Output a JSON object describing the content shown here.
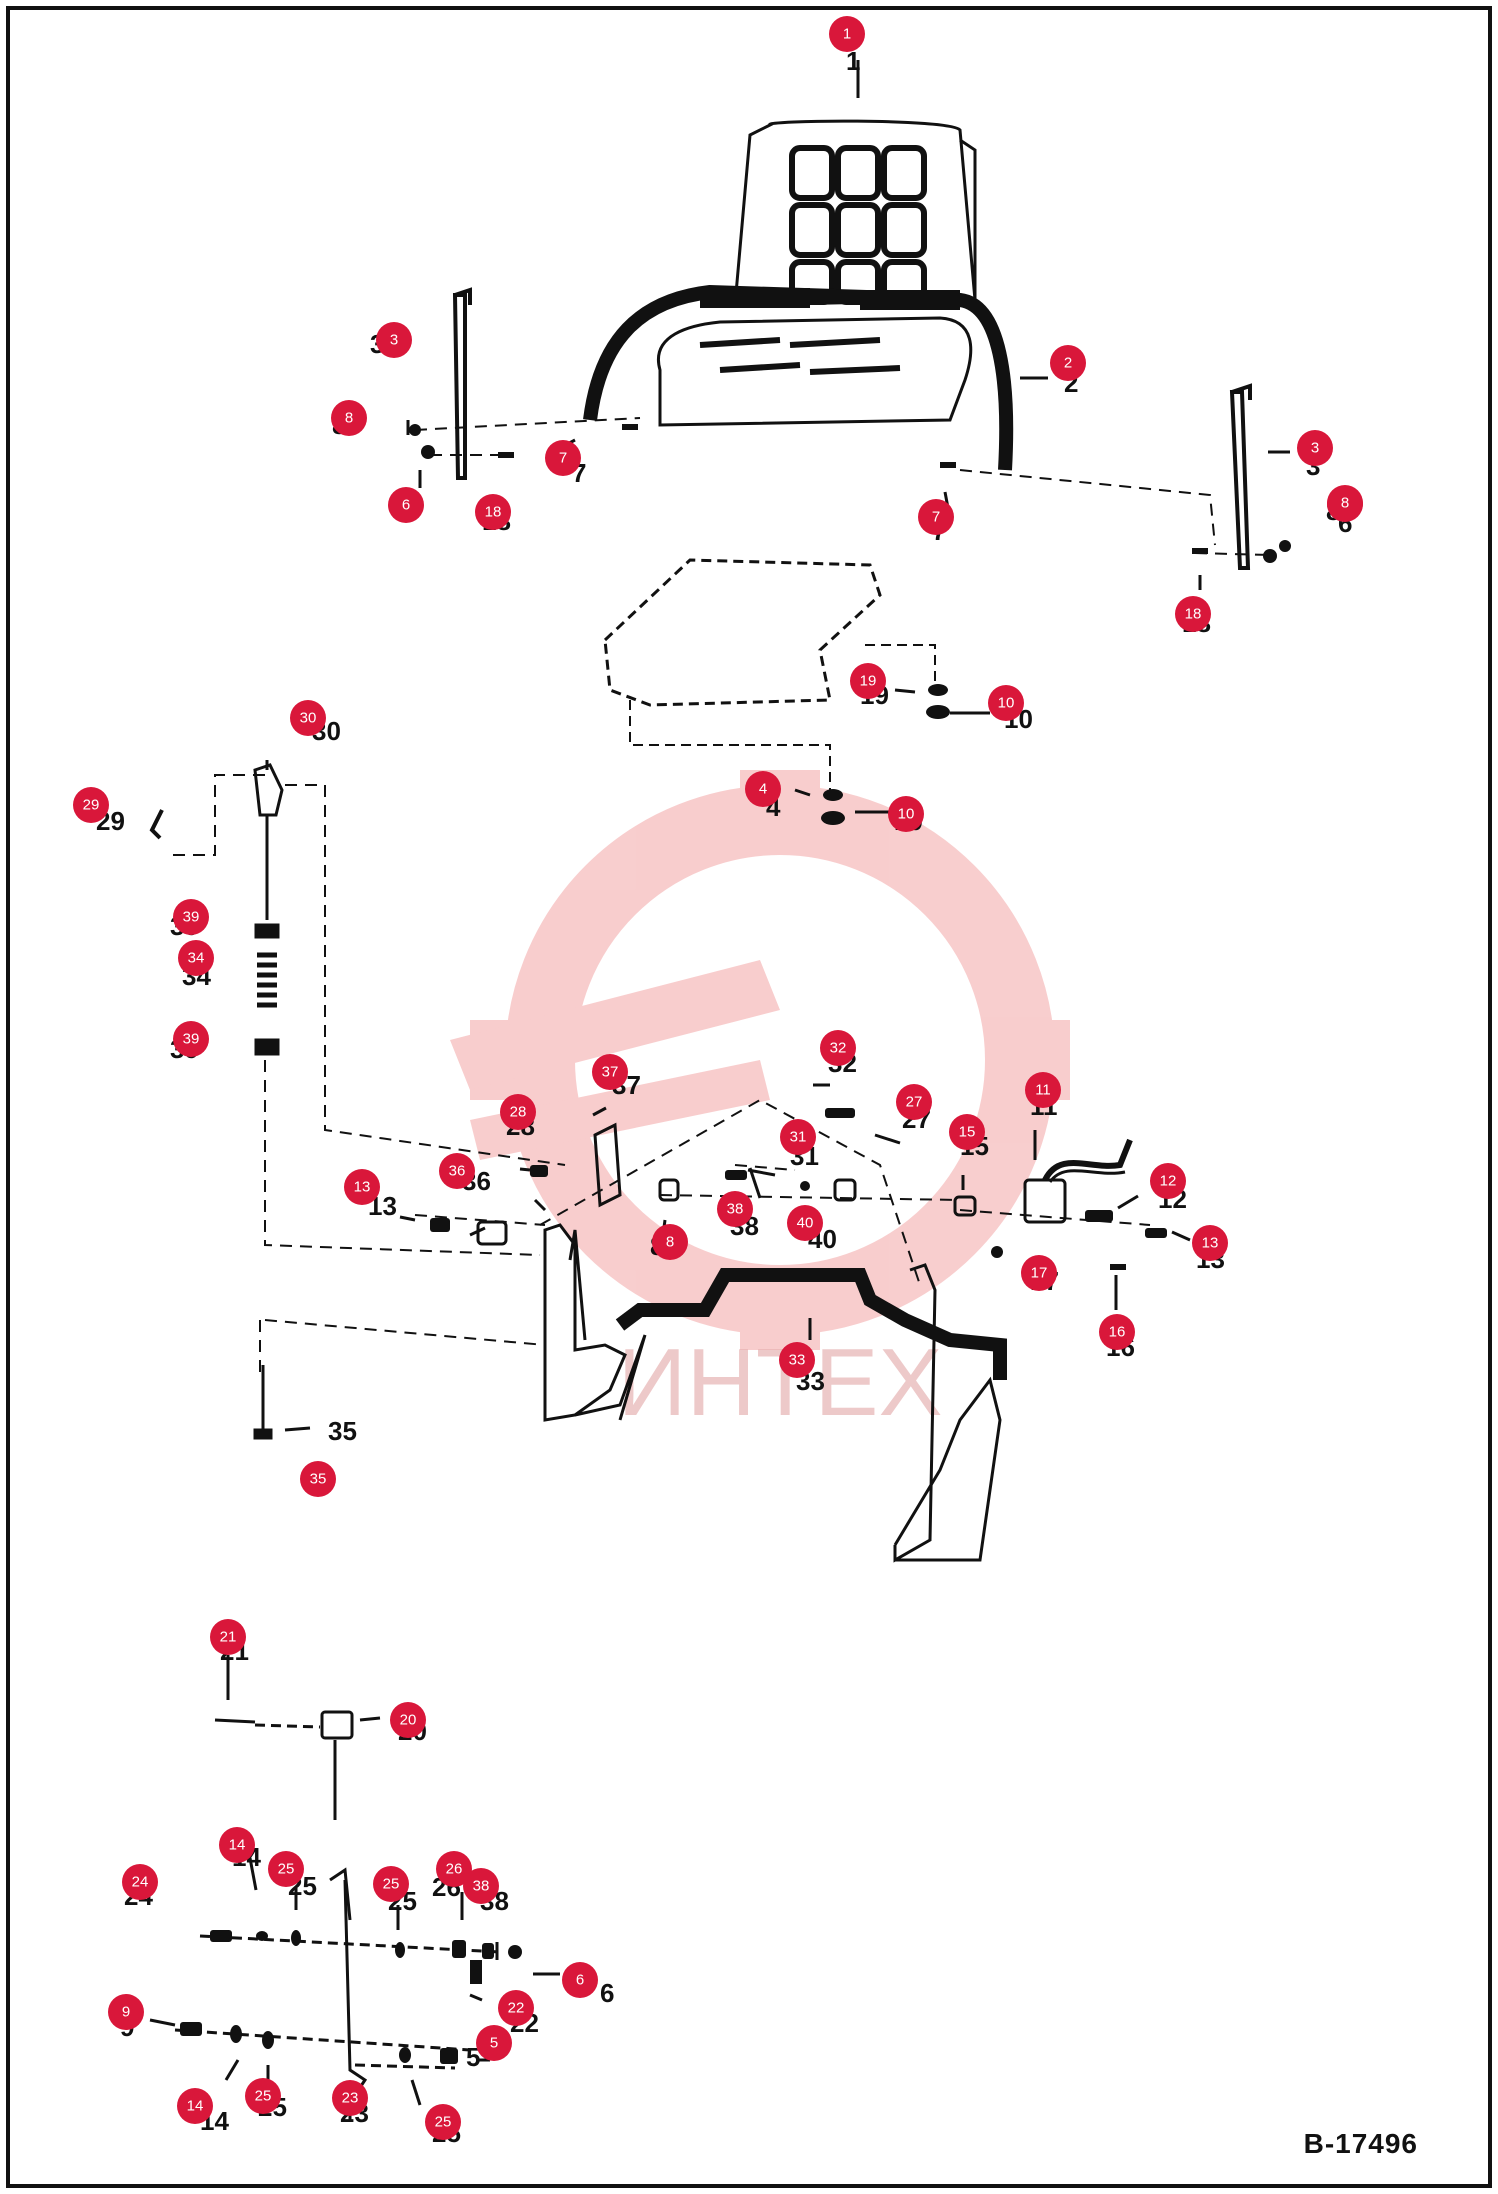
{
  "document_number": "B-17496",
  "watermark_text": "ИНТЕХ",
  "colors": {
    "callout": "#d9173a",
    "watermark": "#f3a5a5",
    "ink": "#111111",
    "frame": "#111111"
  },
  "callouts": [
    {
      "n": "1"
    },
    {
      "n": "2"
    },
    {
      "n": "3"
    },
    {
      "n": "3"
    },
    {
      "n": "4"
    },
    {
      "n": "5"
    },
    {
      "n": "6"
    },
    {
      "n": "6"
    },
    {
      "n": "6"
    },
    {
      "n": "7"
    },
    {
      "n": "7"
    },
    {
      "n": "8"
    },
    {
      "n": "8"
    },
    {
      "n": "8"
    },
    {
      "n": "9"
    },
    {
      "n": "10"
    },
    {
      "n": "10"
    },
    {
      "n": "11"
    },
    {
      "n": "12"
    },
    {
      "n": "13"
    },
    {
      "n": "13"
    },
    {
      "n": "14"
    },
    {
      "n": "14"
    },
    {
      "n": "15"
    },
    {
      "n": "16"
    },
    {
      "n": "17"
    },
    {
      "n": "18"
    },
    {
      "n": "18"
    },
    {
      "n": "19"
    },
    {
      "n": "20"
    },
    {
      "n": "21"
    },
    {
      "n": "22"
    },
    {
      "n": "23"
    },
    {
      "n": "24"
    },
    {
      "n": "25"
    },
    {
      "n": "25"
    },
    {
      "n": "25"
    },
    {
      "n": "25"
    },
    {
      "n": "26"
    },
    {
      "n": "27"
    },
    {
      "n": "28"
    },
    {
      "n": "29"
    },
    {
      "n": "30"
    },
    {
      "n": "31"
    },
    {
      "n": "32"
    },
    {
      "n": "33"
    },
    {
      "n": "34"
    },
    {
      "n": "35"
    },
    {
      "n": "36"
    },
    {
      "n": "37"
    },
    {
      "n": "38"
    },
    {
      "n": "38"
    },
    {
      "n": "39"
    },
    {
      "n": "39"
    },
    {
      "n": "40"
    }
  ],
  "printed_numbers": [
    "1",
    "2",
    "3",
    "3",
    "4",
    "5",
    "6",
    "6",
    "6",
    "7",
    "7",
    "8",
    "8",
    "8",
    "9",
    "10",
    "10",
    "11",
    "12",
    "13",
    "13",
    "14",
    "14",
    "15",
    "16",
    "17",
    "18",
    "18",
    "19",
    "20",
    "21",
    "22",
    "23",
    "24",
    "25",
    "25",
    "25",
    "25",
    "26",
    "27",
    "28",
    "29",
    "30",
    "31",
    "32",
    "33",
    "34",
    "35",
    "36",
    "37",
    "38",
    "38",
    "39",
    "39",
    "40"
  ]
}
